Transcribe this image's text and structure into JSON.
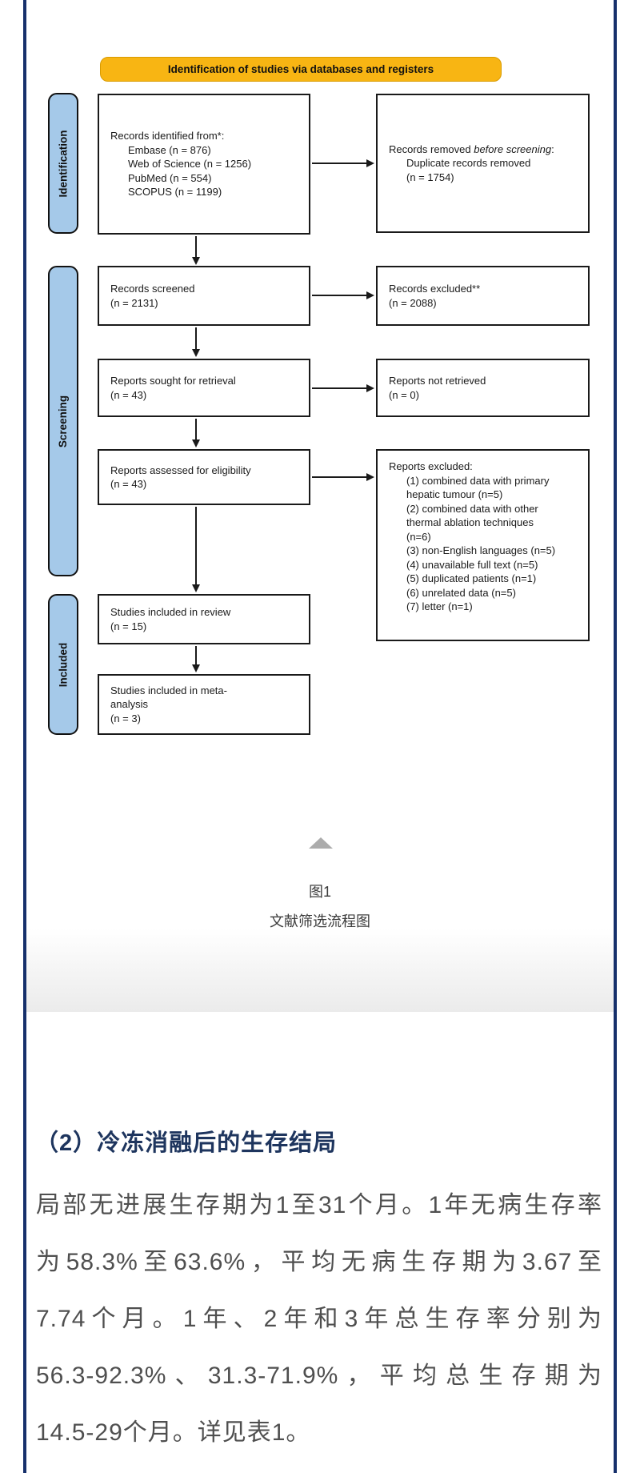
{
  "banner": {
    "label": "Identification of studies via databases and registers"
  },
  "stages": [
    {
      "label": "Identification"
    },
    {
      "label": "Screening"
    },
    {
      "label": "Included"
    }
  ],
  "flow": {
    "identified": {
      "title": "Records identified from*:",
      "items": [
        "Embase (n = 876)",
        "Web of Science (n = 1256)",
        "PubMed (n = 554)",
        "SCOPUS (n = 1199)"
      ]
    },
    "removed": {
      "pre": "Records removed ",
      "italic": "before screening",
      "post": ":",
      "items": [
        "Duplicate records removed",
        "(n = 1754)"
      ]
    },
    "screened": {
      "lines": [
        "Records screened",
        "(n = 2131)"
      ]
    },
    "excluded": {
      "lines": [
        "Records excluded**",
        "(n = 2088)"
      ]
    },
    "sought": {
      "lines": [
        "Reports sought for retrieval",
        "(n = 43)"
      ]
    },
    "not_retrieved": {
      "lines": [
        "Reports not retrieved",
        "(n = 0)"
      ]
    },
    "assessed": {
      "lines": [
        "Reports assessed for eligibility",
        "(n = 43)"
      ]
    },
    "reports_excluded": {
      "title": "Reports excluded:",
      "items": [
        "(1) combined data with primary hepatic tumour (n=5)",
        "(2) combined data with other thermal ablation techniques (n=6)",
        "(3) non-English languages (n=5)",
        "(4) unavailable full text (n=5)",
        "(5) duplicated patients (n=1)",
        "(6) unrelated data (n=5)",
        "(7) letter (n=1)"
      ]
    },
    "included_review": {
      "lines": [
        "Studies included in review",
        "(n = 15)"
      ]
    },
    "included_meta": {
      "lines": [
        "Studies included in meta-",
        "analysis",
        "(n = 3)"
      ]
    }
  },
  "caption": {
    "figure_label": "图1",
    "figure_title": "文献筛选流程图"
  },
  "article": {
    "heading": "（2）冷冻消融后的生存结局",
    "lines": [
      "局部无进展生存期为1至31个月。1年无病生存率",
      "为58.3%至63.6%，平均无病生存期为3.67至",
      "7.74个月。1年、2年和3年总生存率分别为",
      "56.3-92.3%、31.3-71.9%，平均总生存期为",
      "14.5-29个月。详见表1。"
    ]
  },
  "colors": {
    "page_border": "#16306B",
    "banner_bg": "#F8B513",
    "stage_bg": "#A5C9E9",
    "box_border": "#1A1A1A",
    "heading_text": "#1E355E",
    "body_text": "#4F4F4F",
    "collapse_triangle": "#ACACAC"
  }
}
